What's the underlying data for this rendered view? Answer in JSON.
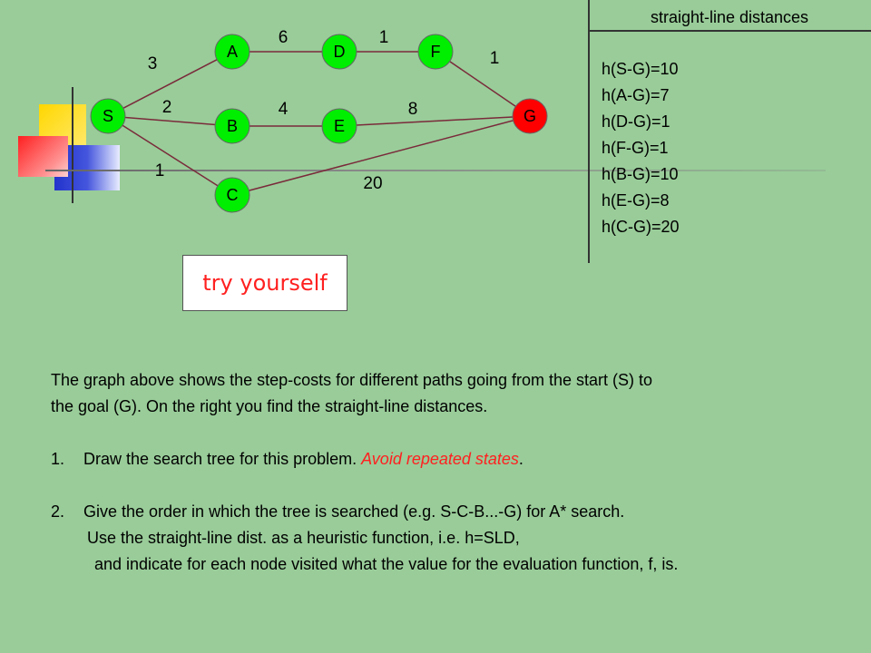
{
  "graph": {
    "nodes": [
      {
        "id": "S",
        "label": "S",
        "color": "#00ee00"
      },
      {
        "id": "A",
        "label": "A",
        "color": "#00ee00"
      },
      {
        "id": "D",
        "label": "D",
        "color": "#00ee00"
      },
      {
        "id": "F",
        "label": "F",
        "color": "#00ee00"
      },
      {
        "id": "B",
        "label": "B",
        "color": "#00ee00"
      },
      {
        "id": "E",
        "label": "E",
        "color": "#00ee00"
      },
      {
        "id": "C",
        "label": "C",
        "color": "#00ee00"
      },
      {
        "id": "G",
        "label": "G",
        "color": "#ff0000"
      }
    ],
    "edges": [
      {
        "from": "S",
        "to": "A",
        "cost": "3"
      },
      {
        "from": "S",
        "to": "B",
        "cost": "2"
      },
      {
        "from": "S",
        "to": "C",
        "cost": "1"
      },
      {
        "from": "A",
        "to": "D",
        "cost": "6"
      },
      {
        "from": "D",
        "to": "F",
        "cost": "1"
      },
      {
        "from": "F",
        "to": "G",
        "cost": "1"
      },
      {
        "from": "B",
        "to": "E",
        "cost": "4"
      },
      {
        "from": "E",
        "to": "G",
        "cost": "8"
      },
      {
        "from": "C",
        "to": "G",
        "cost": "20"
      }
    ]
  },
  "sld": {
    "title": "straight-line distances",
    "items": [
      "h(S-G)=10",
      "h(A-G)=7",
      "h(D-G)=1",
      "h(F-G)=1",
      "h(B-G)=10",
      "h(E-G)=8",
      "h(C-G)=20"
    ]
  },
  "try_button": {
    "label": "try yourself",
    "color": "#ff2020"
  },
  "instructions": {
    "intro_line1": "The graph above shows the step-costs for different paths going from the start (S) to",
    "intro_line2": "the goal (G). On the right you find the straight-line distances.",
    "q1_num": "1.",
    "q1_text": "Draw the search tree for this problem. ",
    "q1_emph": "Avoid repeated states",
    "q1_end": ".",
    "q2_num": "2.",
    "q2_line1": "Give the order in which the tree is searched (e.g. S-C-B...-G) for A* search.",
    "q2_line2": "Use the straight-line dist. as a heuristic function, i.e. h=SLD,",
    "q2_line3": "and indicate for each node visited what the value for the evaluation function, f, is."
  }
}
